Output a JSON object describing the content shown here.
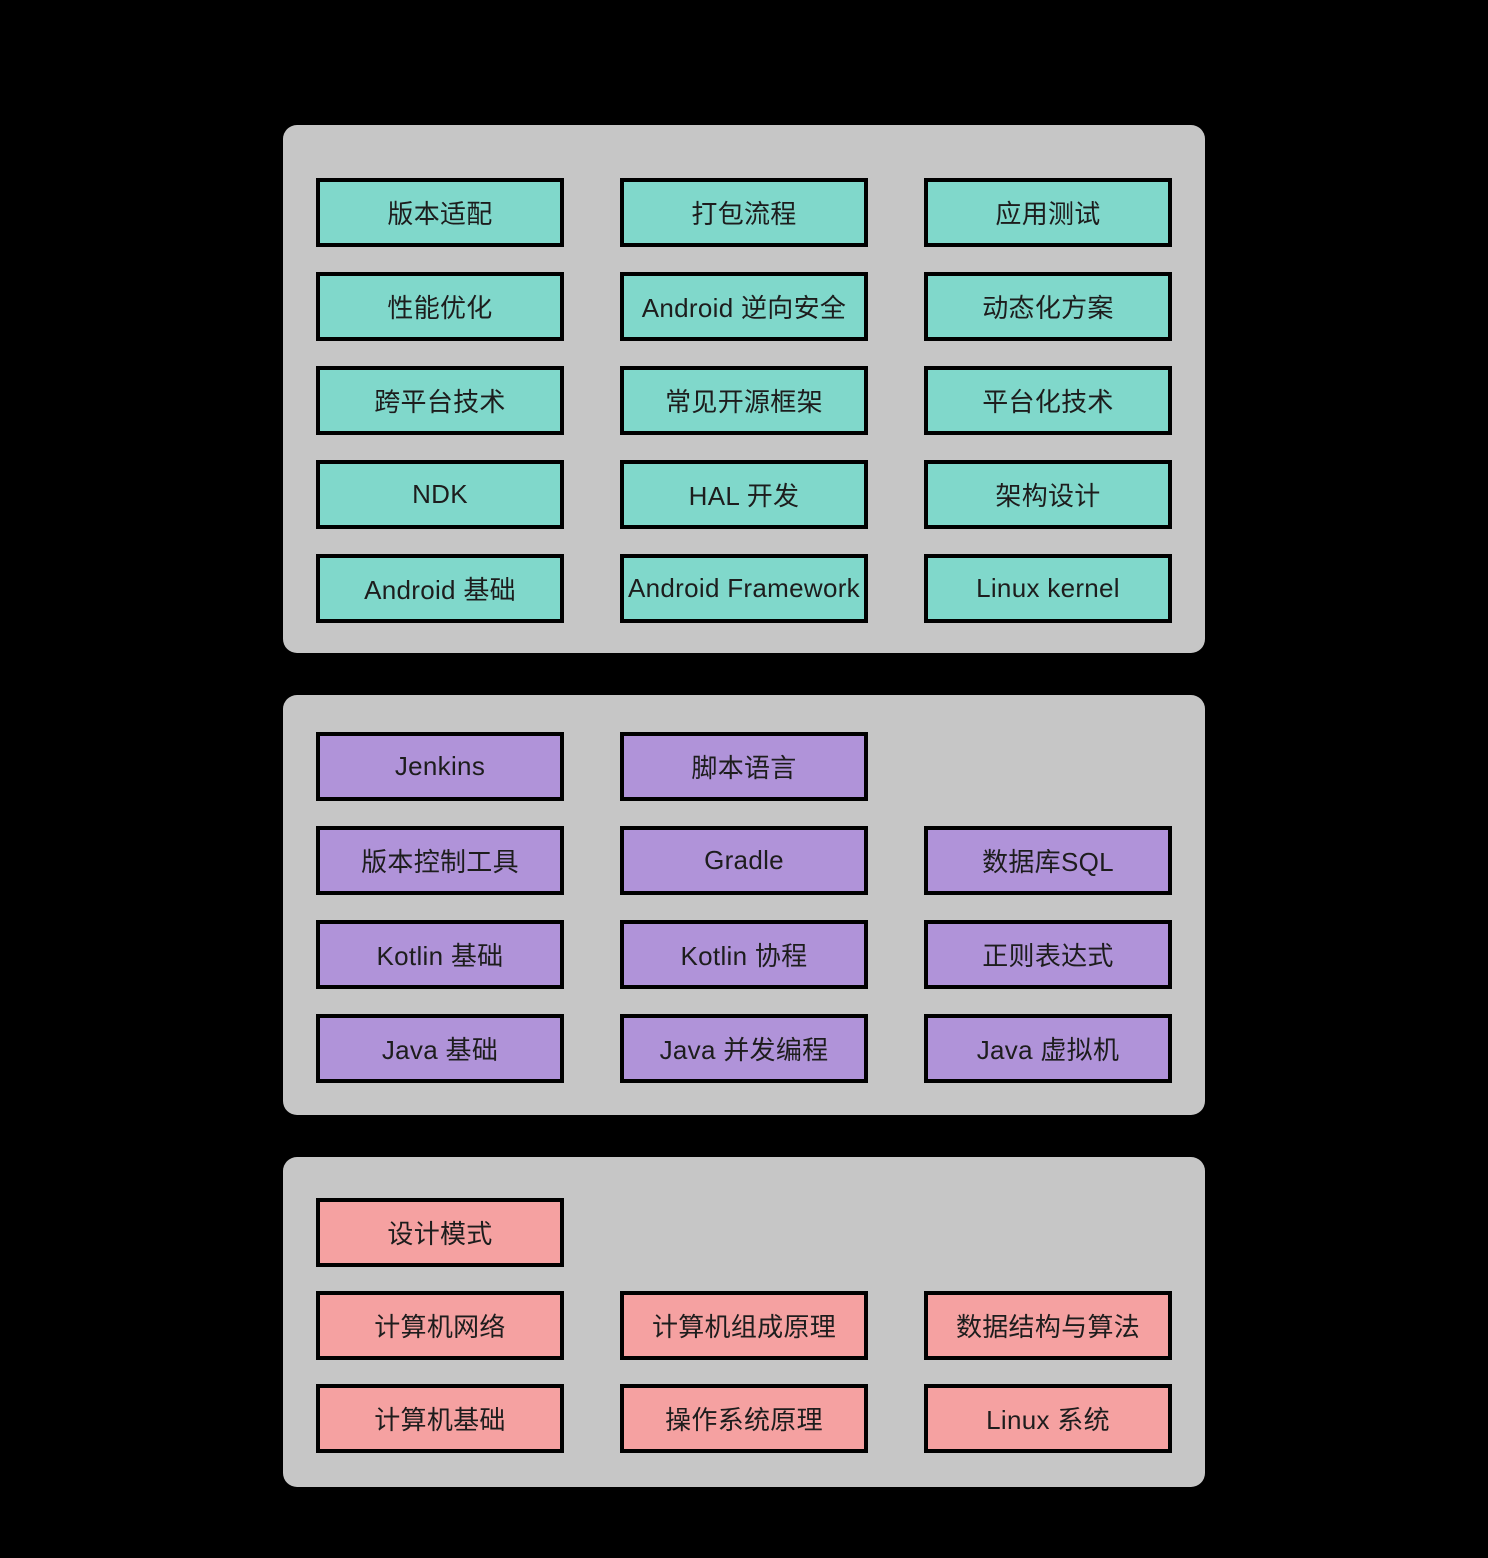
{
  "colors": {
    "page_bg": "#000000",
    "panel_bg": "#c6c6c6",
    "box_border": "#000000",
    "box_text": "#1d1d1d",
    "section_top": "#80d8cb",
    "section_middle": "#b093d9",
    "section_bottom": "#f5a1a1"
  },
  "sections": [
    {
      "rows": [
        [
          "版本适配",
          "打包流程",
          "应用测试"
        ],
        [
          "性能优化",
          "Android 逆向安全",
          "动态化方案"
        ],
        [
          "跨平台技术",
          "常见开源框架",
          "平台化技术"
        ],
        [
          "NDK",
          "HAL 开发",
          "架构设计"
        ],
        [
          "Android 基础",
          "Android Framework",
          "Linux kernel"
        ]
      ]
    },
    {
      "rows": [
        [
          "Jenkins",
          "脚本语言",
          null
        ],
        [
          "版本控制工具",
          "Gradle",
          "数据库SQL"
        ],
        [
          "Kotlin 基础",
          "Kotlin 协程",
          "正则表达式"
        ],
        [
          "Java 基础",
          "Java 并发编程",
          "Java 虚拟机"
        ]
      ]
    },
    {
      "rows": [
        [
          "设计模式",
          null,
          null
        ],
        [
          "计算机网络",
          "计算机组成原理",
          "数据结构与算法"
        ],
        [
          "计算机基础",
          "操作系统原理",
          "Linux 系统"
        ]
      ]
    }
  ]
}
